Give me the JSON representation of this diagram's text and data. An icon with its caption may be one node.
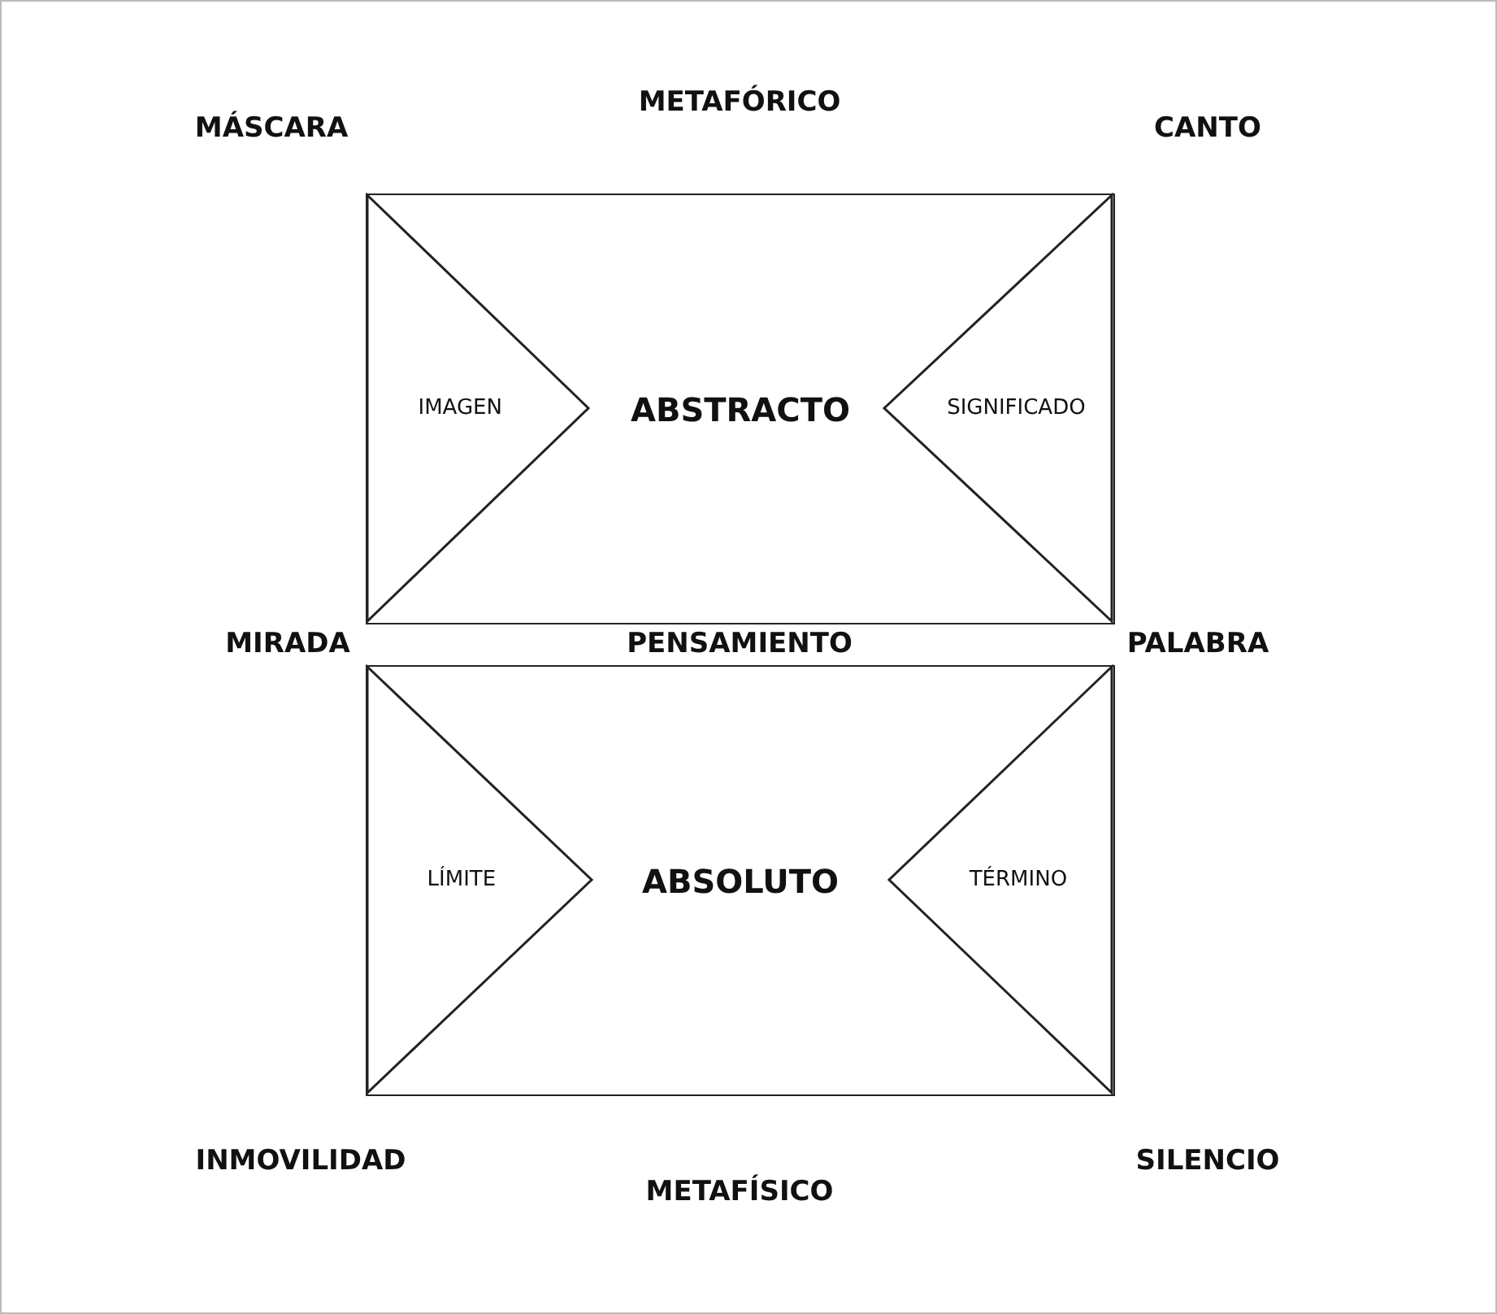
{
  "diagram": {
    "nodes": [
      {
        "text": [
          "ABSTRACTO"
        ]
      },
      {
        "text": [
          "IMAGEN"
        ],
        "in": 0
      },
      {
        "text": [
          "SIGNIFICADO"
        ],
        "in": 0
      },
      {
        "text": [
          "ABSOLUTO"
        ]
      },
      {
        "text": [
          "LÍMITE"
        ],
        "in": 3
      },
      {
        "text": [
          "TÉRMINO"
        ],
        "in": 3
      }
    ],
    "labels": [
      "MÁSCARA",
      "METAFÓRICO",
      "CANTO",
      "MIRADA",
      "PENSAMIENTO",
      "PALABRA",
      "INMOVILIDAD",
      "METAFÍSICO",
      "SILENCIO"
    ]
  }
}
